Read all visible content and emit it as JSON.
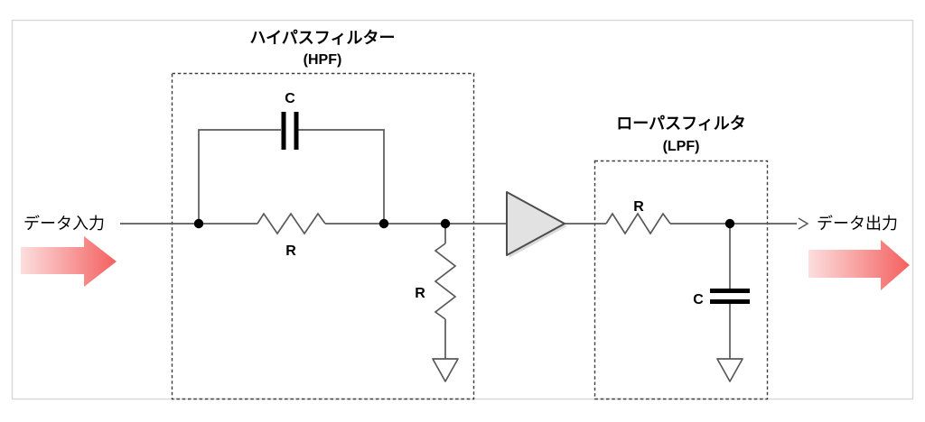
{
  "diagram_type": "signal-filter-circuit",
  "io": {
    "input_label": "データ入力",
    "output_label": "データ出力"
  },
  "hpf": {
    "title": "ハイパスフィルター",
    "subtitle": "(HPF)",
    "capacitor_label": "C",
    "series_resistor_label": "R",
    "shunt_resistor_label": "R"
  },
  "amplifier": {
    "type": "buffer-triangle"
  },
  "lpf": {
    "title": "ローパスフィルタ",
    "subtitle": "(LPF)",
    "series_resistor_label": "R",
    "shunt_capacitor_label": "C"
  },
  "colors": {
    "wire": "#595959",
    "component": "#000000",
    "dashed_box": "#3f3f3f",
    "outer_border": "#d9d9d9",
    "amp_fill": "#e2e2e2",
    "arrow_gradient_start": "#fcdede",
    "arrow_gradient_end": "#f4605f"
  }
}
